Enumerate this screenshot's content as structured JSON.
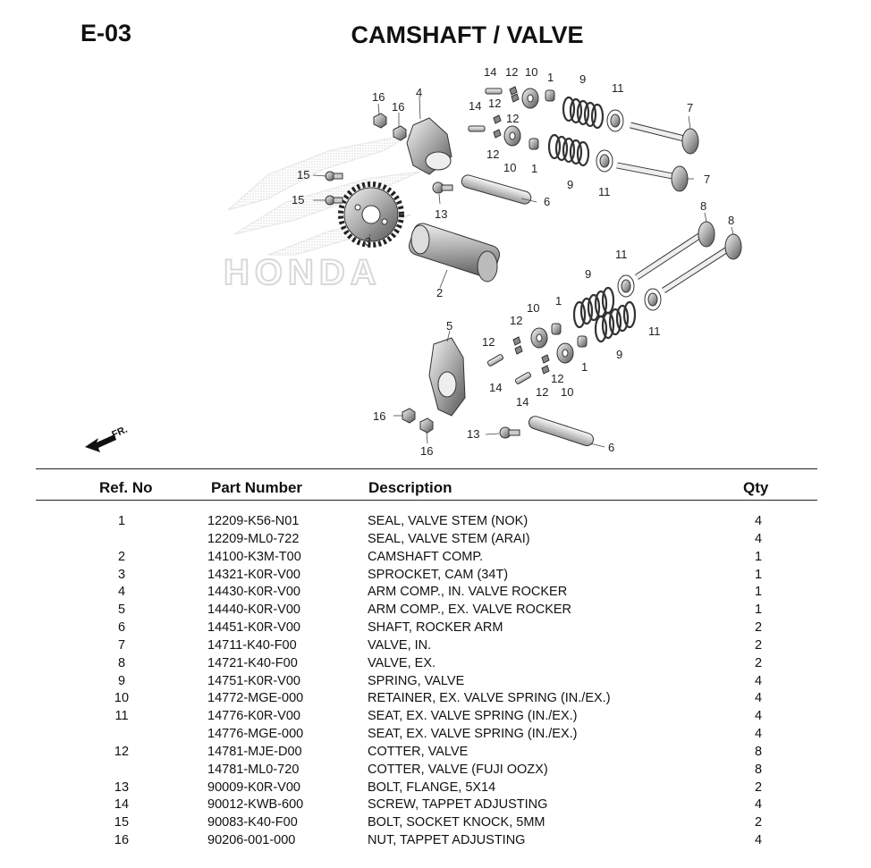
{
  "page": {
    "code": "E-03",
    "title": "CAMSHAFT / VALVE"
  },
  "diagram": {
    "watermark": "HONDA",
    "front_label": "FR.",
    "callouts": [
      "1",
      "2",
      "3",
      "4",
      "5",
      "6",
      "7",
      "8",
      "9",
      "10",
      "11",
      "12",
      "13",
      "14",
      "15",
      "16"
    ]
  },
  "table": {
    "headers": {
      "ref": "Ref. No",
      "part": "Part Number",
      "desc": "Description",
      "qty": "Qty"
    },
    "rows": [
      {
        "ref": "1",
        "part": "12209-K56-N01",
        "desc": "SEAL, VALVE STEM (NOK)",
        "qty": "4"
      },
      {
        "ref": "",
        "part": "12209-ML0-722",
        "desc": "SEAL, VALVE STEM (ARAI)",
        "qty": "4"
      },
      {
        "ref": "2",
        "part": "14100-K3M-T00",
        "desc": "CAMSHAFT COMP.",
        "qty": "1"
      },
      {
        "ref": "3",
        "part": "14321-K0R-V00",
        "desc": "SPROCKET, CAM (34T)",
        "qty": "1"
      },
      {
        "ref": "4",
        "part": "14430-K0R-V00",
        "desc": "ARM COMP., IN. VALVE ROCKER",
        "qty": "1"
      },
      {
        "ref": "5",
        "part": "14440-K0R-V00",
        "desc": "ARM COMP., EX. VALVE ROCKER",
        "qty": "1"
      },
      {
        "ref": "6",
        "part": "14451-K0R-V00",
        "desc": "SHAFT, ROCKER ARM",
        "qty": "2"
      },
      {
        "ref": "7",
        "part": "14711-K40-F00",
        "desc": "VALVE, IN.",
        "qty": "2"
      },
      {
        "ref": "8",
        "part": "14721-K40-F00",
        "desc": "VALVE, EX.",
        "qty": "2"
      },
      {
        "ref": "9",
        "part": "14751-K0R-V00",
        "desc": "SPRING, VALVE",
        "qty": "4"
      },
      {
        "ref": "10",
        "part": "14772-MGE-000",
        "desc": "RETAINER, EX. VALVE SPRING (IN./EX.)",
        "qty": "4"
      },
      {
        "ref": "11",
        "part": "14776-K0R-V00",
        "desc": "SEAT, EX. VALVE SPRING (IN./EX.)",
        "qty": "4"
      },
      {
        "ref": "",
        "part": "14776-MGE-000",
        "desc": "SEAT, EX. VALVE SPRING (IN./EX.)",
        "qty": "4"
      },
      {
        "ref": "12",
        "part": "14781-MJE-D00",
        "desc": "COTTER, VALVE",
        "qty": "8"
      },
      {
        "ref": "",
        "part": "14781-ML0-720",
        "desc": "COTTER, VALVE (FUJI OOZX)",
        "qty": "8"
      },
      {
        "ref": "13",
        "part": "90009-K0R-V00",
        "desc": "BOLT, FLANGE, 5X14",
        "qty": "2"
      },
      {
        "ref": "14",
        "part": "90012-KWB-600",
        "desc": "SCREW, TAPPET ADJUSTING",
        "qty": "4"
      },
      {
        "ref": "15",
        "part": "90083-K40-F00",
        "desc": "BOLT, SOCKET KNOCK, 5MM",
        "qty": "2"
      },
      {
        "ref": "16",
        "part": "90206-001-000",
        "desc": "NUT, TAPPET ADJUSTING",
        "qty": "4"
      }
    ]
  }
}
